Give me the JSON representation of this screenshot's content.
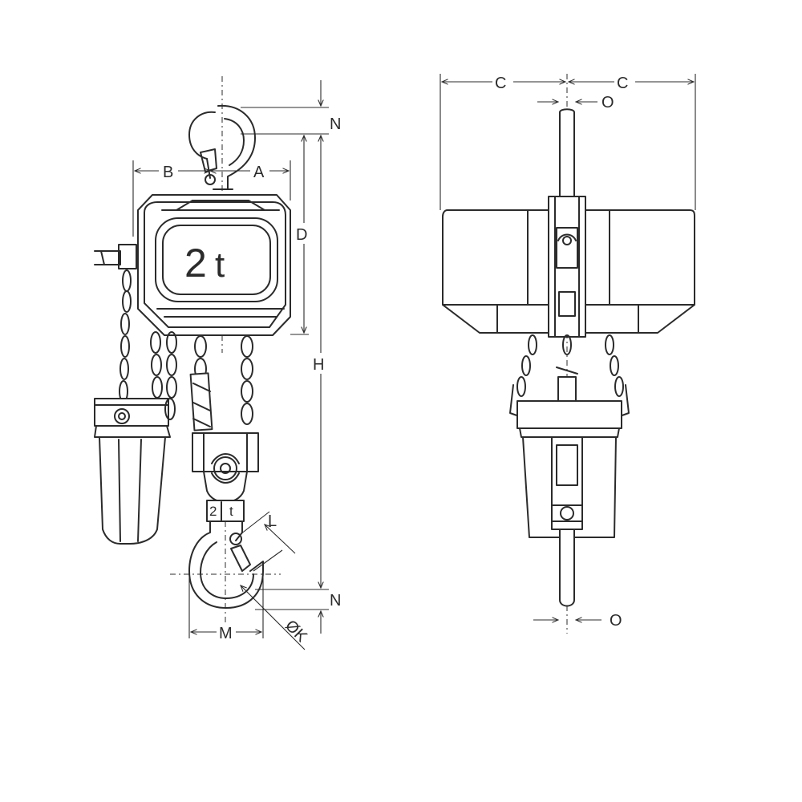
{
  "capacity_label": {
    "num": "2",
    "unit": "t"
  },
  "bottom_block_label": {
    "num": "2",
    "unit": "t"
  },
  "dimensions": {
    "A": "A",
    "B": "B",
    "C": "C",
    "D": "D",
    "H": "H",
    "L": "L",
    "M": "M",
    "N": "N",
    "O": "O",
    "K": "ØK"
  },
  "colors": {
    "line": "#2b2b2b",
    "background": "#ffffff"
  }
}
